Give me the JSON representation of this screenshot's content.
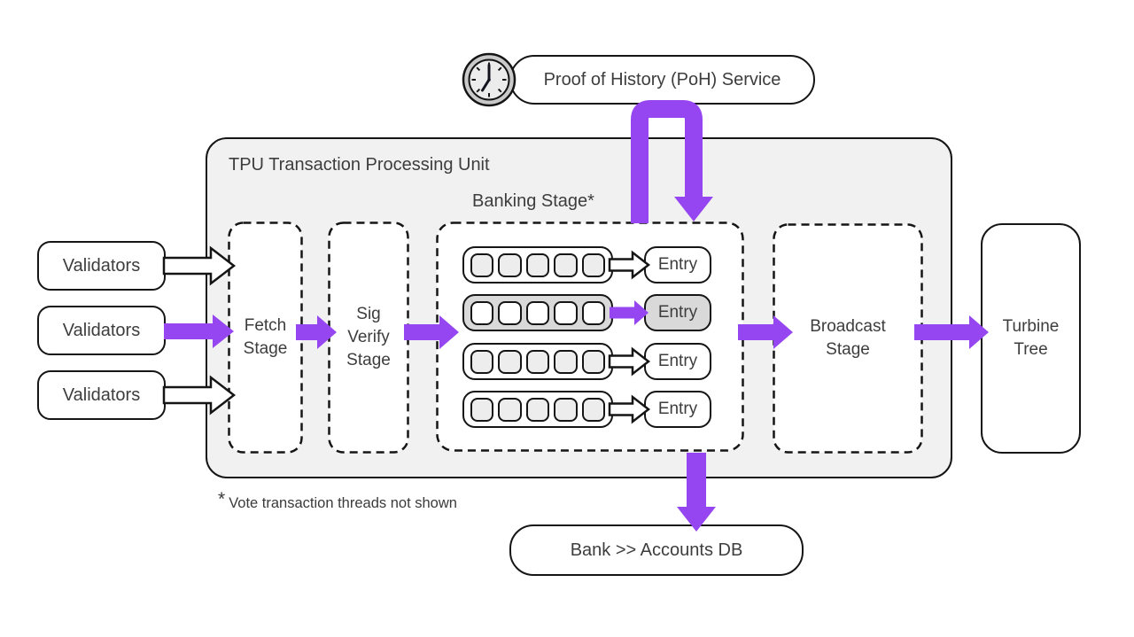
{
  "poh": {
    "label": "Proof of History (PoH) Service"
  },
  "tpu": {
    "title": "TPU Transaction Processing Unit"
  },
  "validators": [
    {
      "label": "Validators"
    },
    {
      "label": "Validators"
    },
    {
      "label": "Validators"
    }
  ],
  "stages": {
    "fetch": {
      "label": "Fetch Stage"
    },
    "sig_verify": {
      "label": "Sig Verify Stage"
    },
    "banking": {
      "label": "Banking Stage*",
      "slots_per_row": 5,
      "rows": [
        {
          "entry": "Entry",
          "highlighted": false
        },
        {
          "entry": "Entry",
          "highlighted": true
        },
        {
          "entry": "Entry",
          "highlighted": false
        },
        {
          "entry": "Entry",
          "highlighted": false
        }
      ]
    },
    "broadcast": {
      "label": "Broadcast Stage"
    }
  },
  "turbine": {
    "label": "Turbine Tree"
  },
  "bank_db": {
    "label": "Bank >> Accounts DB"
  },
  "footnote": {
    "asterisk": "*",
    "text": "Vote transaction threads not shown"
  },
  "icons": {
    "clock": "clock-icon"
  },
  "colors": {
    "accent_purple": "#9646F0",
    "highlight_gray": "#D9D9D9",
    "tpu_background": "#F1F1F1",
    "border": "#151515",
    "text": "#3D3D3D"
  }
}
